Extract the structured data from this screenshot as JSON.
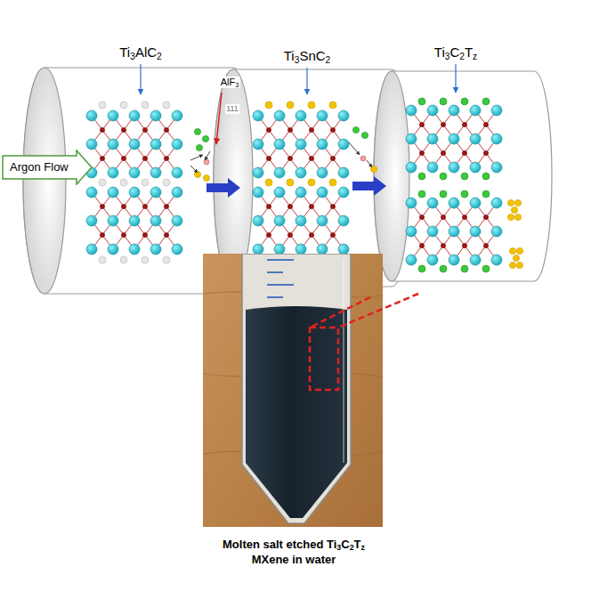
{
  "diagram": {
    "caption": "Molten salt etched Ti3C2Tz MXene in water",
    "nodes": [
      {
        "text": [
          "Argon Flow"
        ]
      }
    ],
    "labels": [
      "Ti3AlC2",
      "AlF3",
      "111",
      "Ti3SnC2",
      "Ti3C2Tz"
    ]
  }
}
